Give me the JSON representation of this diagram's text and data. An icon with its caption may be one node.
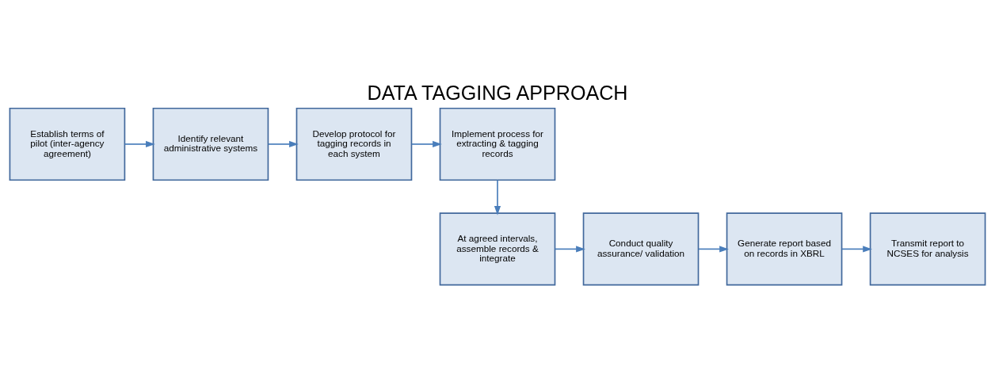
{
  "diagram": {
    "title": "DATA TAGGING APPROACH",
    "nodes": [
      {
        "text": [
          "Establish terms of pilot (inter-agency agreement)"
        ]
      },
      {
        "text": [
          "Identify relevant administrative systems"
        ]
      },
      {
        "text": [
          "Develop protocol for tagging records in each system"
        ]
      },
      {
        "text": [
          "Implement process for extracting & tagging records"
        ]
      },
      {
        "text": [
          "At agreed intervals, assemble records & integrate"
        ]
      },
      {
        "text": [
          "Conduct quality assurance/ validation"
        ]
      },
      {
        "text": [
          "Generate report based on records in XBRL"
        ]
      },
      {
        "text": [
          "Transmit report to NCSES for analysis"
        ]
      }
    ],
    "edges": [
      {
        "from": 0,
        "to": 1,
        "arrow": "to"
      },
      {
        "from": 1,
        "to": 2,
        "arrow": "to"
      },
      {
        "from": 2,
        "to": 3,
        "arrow": "to"
      },
      {
        "from": 3,
        "to": 4,
        "arrow": "to"
      },
      {
        "from": 4,
        "to": 5,
        "arrow": "to"
      },
      {
        "from": 5,
        "to": 6,
        "arrow": "to"
      },
      {
        "from": 6,
        "to": 7,
        "arrow": "to"
      }
    ]
  }
}
